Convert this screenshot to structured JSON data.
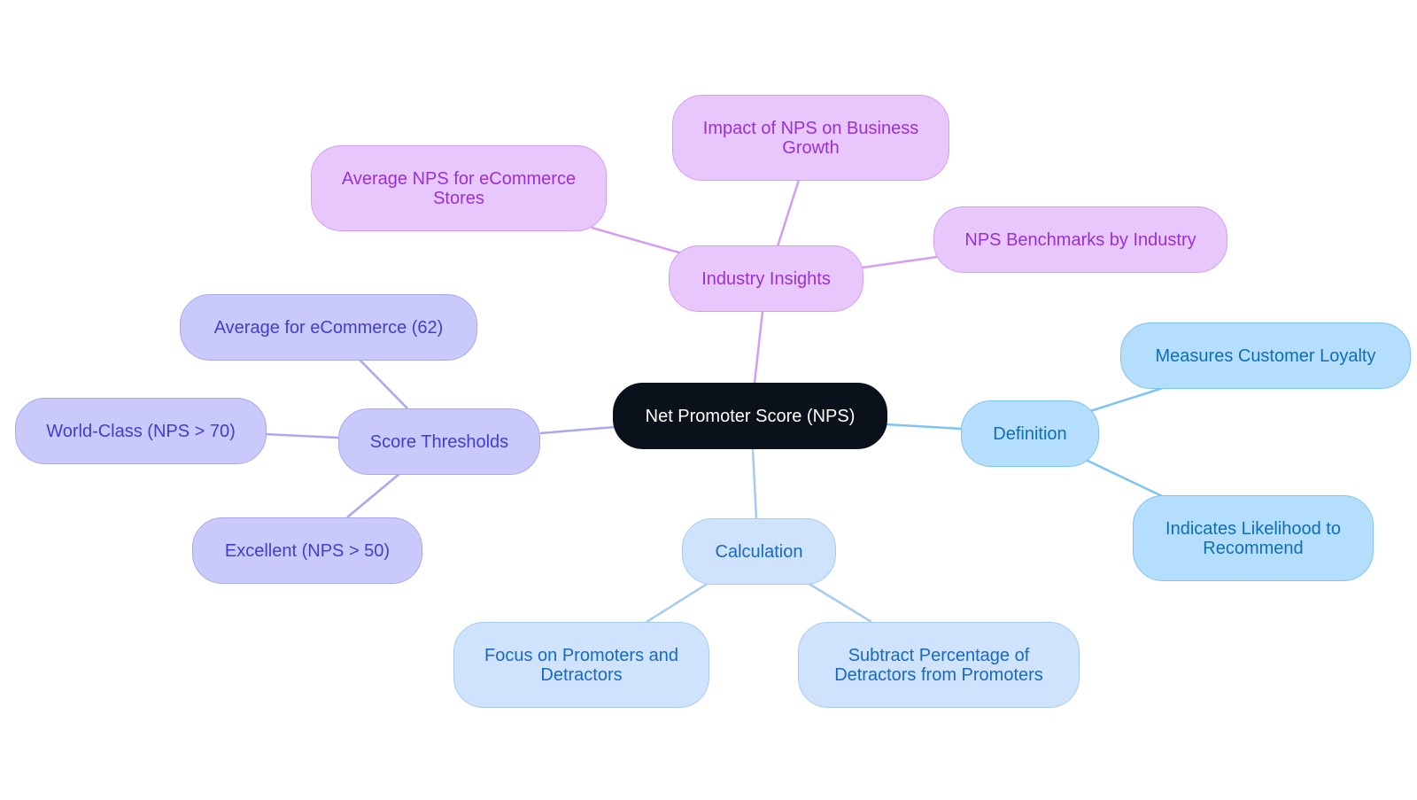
{
  "root": {
    "label": "Net Promoter Score (NPS)"
  },
  "branches": {
    "industry_insights": {
      "label": "Industry Insights",
      "children": [
        "Impact of NPS on Business Growth",
        "Average NPS for eCommerce Stores",
        "NPS Benchmarks by Industry"
      ]
    },
    "score_thresholds": {
      "label": "Score Thresholds",
      "children": [
        "Average for eCommerce (62)",
        "World-Class (NPS > 70)",
        "Excellent (NPS > 50)"
      ]
    },
    "definition": {
      "label": "Definition",
      "children": [
        "Measures Customer Loyalty",
        "Indicates Likelihood to Recommend"
      ]
    },
    "calculation": {
      "label": "Calculation",
      "children": [
        "Focus on Promoters and Detractors",
        "Subtract Percentage of Detractors from Promoters"
      ]
    }
  },
  "colors": {
    "root": "#0b111a",
    "industry_insights": "#d49cf5",
    "score_thresholds": "#a8a8f2",
    "definition": "#7cc4f3",
    "calculation": "#a6cbf3"
  }
}
